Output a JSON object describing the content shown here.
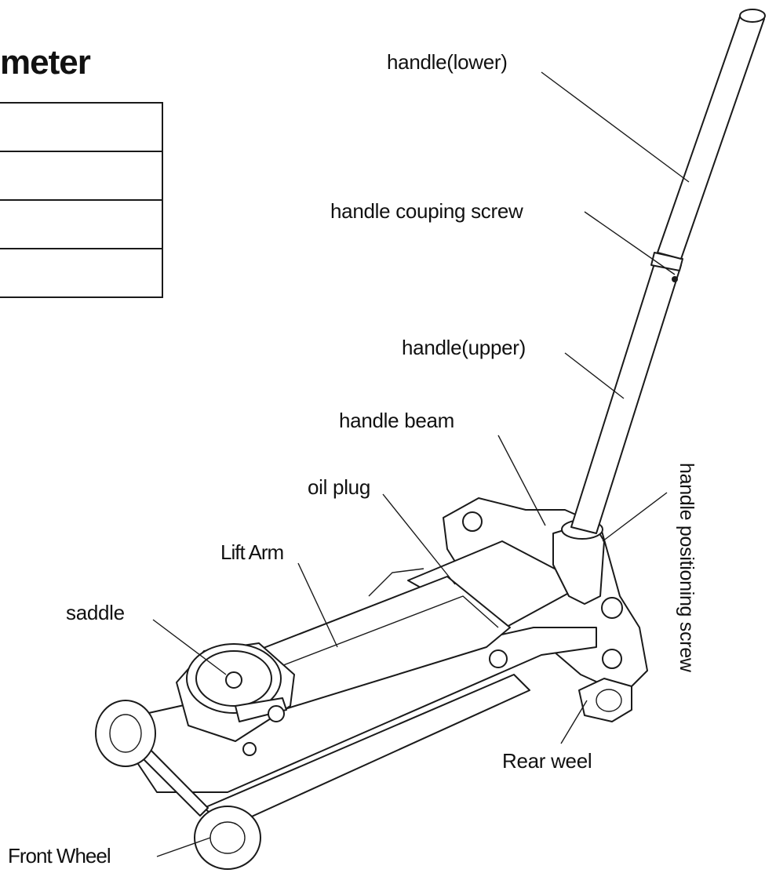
{
  "heading": "meter",
  "table": {
    "rows": 4
  },
  "labels": {
    "handle_lower": "handle(lower)",
    "handle_coupling_screw": "handle couping screw",
    "handle_upper": "handle(upper)",
    "handle_beam": "handle beam",
    "oil_plug": "oil plug",
    "lift_arm": "Lift Arm",
    "saddle": "saddle",
    "handle_positioning_screw": "handle positioning screw",
    "rear_wheel": "Rear weel",
    "front_wheel": "Front Wheel"
  }
}
